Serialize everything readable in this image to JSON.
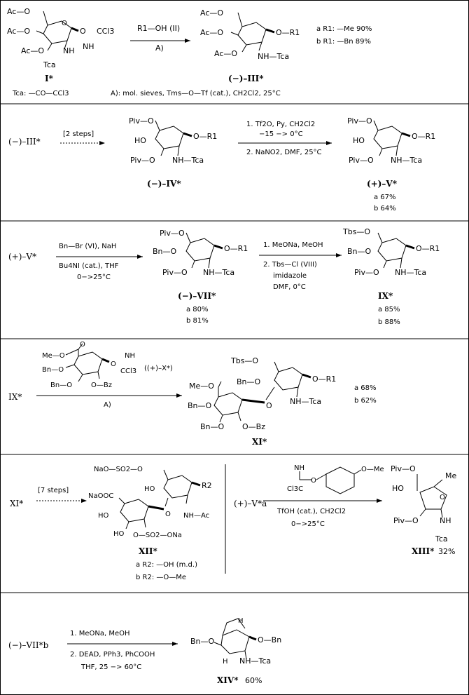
{
  "figure": {
    "row1": {
      "start": {
        "ac_top": "Ac—O",
        "ac_mid": "Ac—O",
        "ac_bot": "Ac—O",
        "nh": "NH",
        "o_link": "O",
        "ccl3": "CCl3",
        "imine": "NH",
        "tca_sub": "Tca",
        "label": "I*",
        "tca_def": "Tca: —CO—CCl3"
      },
      "reagent_top": "R1—OH  (II)",
      "reagent_bot": "A)",
      "conditions": "A): mol. sieves, Tms—O—Tf (cat.), CH2Cl2, 25°C",
      "product": {
        "ac_top": "Ac—O",
        "ac_mid": "Ac—O",
        "ac_bot": "Ac—O",
        "or1": "O—R1",
        "nh_tca": "NH—Tca",
        "label": "(−)–III*"
      },
      "yields": [
        "a R1: —Me   90%",
        "b R1: —Bn   89%"
      ]
    },
    "row2": {
      "start": "(−)–III*",
      "steps": "[2 steps]",
      "mid": {
        "piv_top": "Piv—O",
        "ho": "HO",
        "or1": "O—R1",
        "piv_bot": "Piv—O",
        "nh_tca": "NH—Tca",
        "label": "(−)–IV*"
      },
      "reagent_1": "1. Tf2O, Py,  CH2Cl2",
      "reagent_1b": "−15 −> 0°C",
      "reagent_2": "2. NaNO2, DMF,  25°C",
      "product": {
        "piv_top": "Piv—O",
        "ho": "HO",
        "or1": "O—R1",
        "piv_bot": "Piv—O",
        "nh_tca": "NH—Tca",
        "label": "(+)–V*",
        "yields": [
          "a 67%",
          "b 64%"
        ]
      }
    },
    "row3": {
      "start": "(+)–V*",
      "reagent_1": "Bn—Br  (VI), NaH",
      "reagent_2": "Bu4NI (cat.), THF",
      "reagent_3": "0−>25°C",
      "mid": {
        "piv_top": "Piv—O",
        "bn": "Bn—O",
        "or1": "O—R1",
        "piv_bot": "Piv—O",
        "nh_tca": "NH—Tca",
        "label": "(−)–VII*",
        "yields": [
          "a 80%",
          "b 81%"
        ]
      },
      "reagent_b1": "1. MeONa,  MeOH",
      "reagent_b2": "2. Tbs—Cl  (VIII)",
      "reagent_b3": "imidazole",
      "reagent_b4": "DMF,  0°C",
      "product": {
        "tbs": "Tbs—O",
        "bn": "Bn—O",
        "or1": "O—R1",
        "piv_bot": "Piv—O",
        "nh_tca": "NH—Tca",
        "label": "IX*",
        "yields": [
          "a 85%",
          "b 88%"
        ]
      }
    },
    "row4": {
      "start": "IX*",
      "reagent": {
        "meo": "Me—O",
        "o_top": "O",
        "nh": "NH",
        "bn1": "Bn—O",
        "o_ring": "O",
        "ccl3": "CCl3",
        "ref": "((+)–X*)",
        "bn2": "Bn—O",
        "obz": "O—Bz"
      },
      "cond": "A)",
      "product": {
        "tbs": "Tbs—O",
        "meo": "Me—O",
        "bn_mid": "Bn—O",
        "or1": "O—R1",
        "bn_left": "Bn—O",
        "o_link": "O",
        "nh_tca": "NH—Tca",
        "bn_bot": "Bn—O",
        "obz": "O—Bz",
        "label": "XI*"
      },
      "yields": [
        "a 68%",
        "b 62%"
      ]
    },
    "row5": {
      "start": "XI*",
      "steps": "[7 steps]",
      "product": {
        "sulf_top": "NaO—SO2—O",
        "ho": "HO",
        "r2": "R2",
        "naooc": "NaOOC",
        "o_link": "O",
        "nh_ac": "NH—Ac",
        "ho_left": "HO",
        "ho_bot": "HO",
        "sulf_bot": "O—SO2—ONa",
        "label": "XII*",
        "variants": [
          "a R2: —OH   (m.d.)",
          "b R2: —O—Me"
        ]
      },
      "right_start": "(+)–V*a",
      "reagent": {
        "imine": "NH",
        "o1": "O",
        "ccl3": "Cl3C",
        "ome": "O—Me"
      },
      "cond_1": "TfOH (cat.),  CH2Cl2",
      "cond_2": "0−>25°C",
      "product2": {
        "piv_top": "Piv—O",
        "me": "Me",
        "ho": "HO",
        "o_link": "O",
        "piv_bot": "Piv—O",
        "nh": "NH",
        "tca": "Tca",
        "label": "XIII*",
        "yield": "32%"
      }
    },
    "row6": {
      "start": "(−)–VII*b",
      "cond_1": "1. MeONa,  MeOH",
      "cond_2": "2. DEAD, PPh3,  PhCOOH",
      "cond_3": "THF,  25 −> 60°C",
      "product": {
        "bn_left": "Bn—O",
        "obn": "O—Bn",
        "h_top": "H",
        "h_bot": "H",
        "nh_tca": "NH—Tca",
        "label": "XIV*",
        "yield": "60%"
      }
    }
  }
}
